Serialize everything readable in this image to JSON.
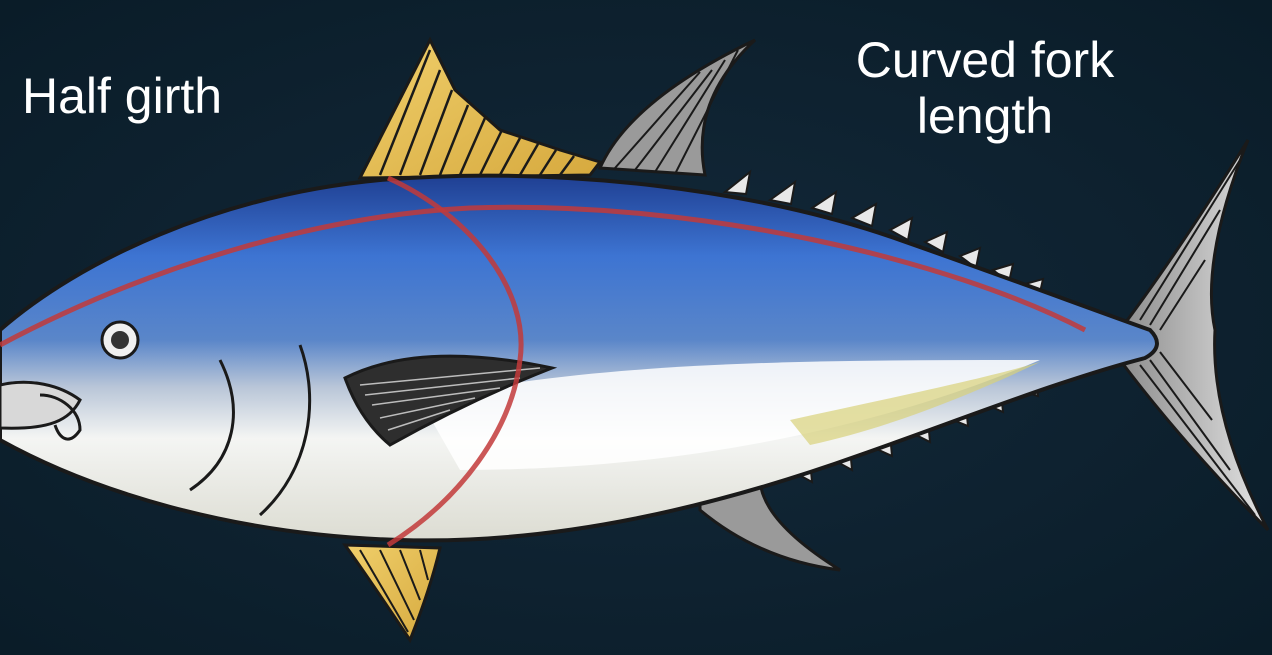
{
  "labels": {
    "half_girth": "Half girth",
    "curved_fork_length_line1": "Curved fork",
    "curved_fork_length_line2": "length"
  },
  "colors": {
    "background": "#0b1f2c",
    "label_text": "#ffffff",
    "fish_back": "#2f5fb8",
    "fish_belly": "#f2f2f2",
    "fin_yellow": "#e9c35a",
    "fin_dark": "#3a3a3a",
    "measure_line": "#c23a3a"
  }
}
